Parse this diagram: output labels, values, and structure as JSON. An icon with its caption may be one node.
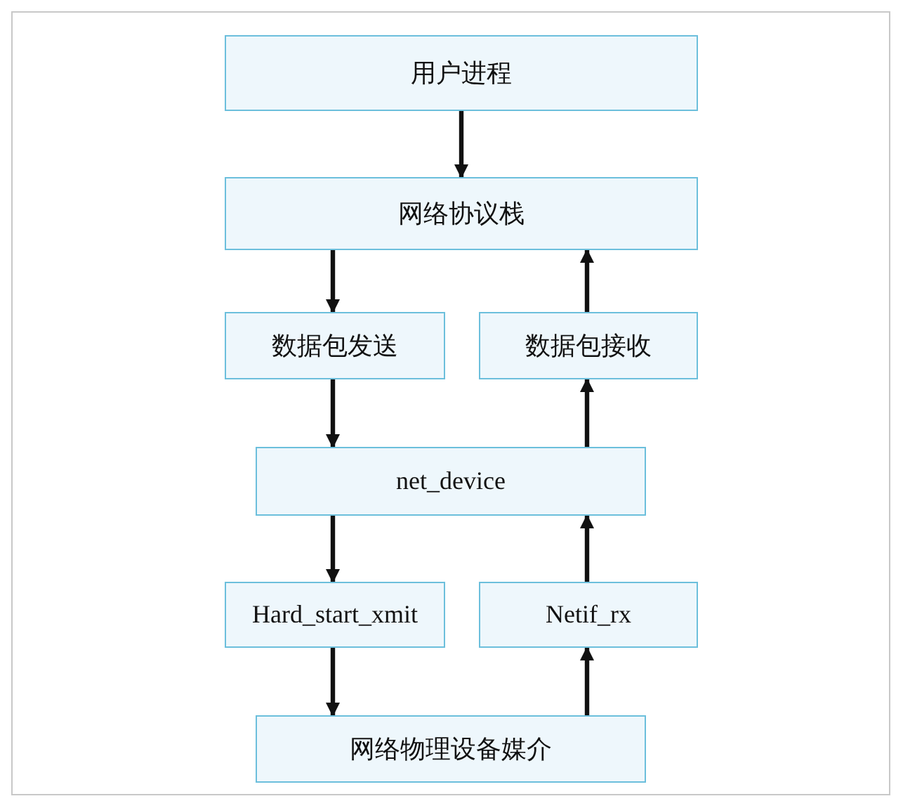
{
  "diagram": {
    "nodes": [
      {
        "text": [
          "用户进程"
        ]
      },
      {
        "text": [
          "网络协议栈"
        ]
      },
      {
        "text": [
          "数据包发送"
        ]
      },
      {
        "text": [
          "数据包接收"
        ]
      },
      {
        "text": [
          "net_device"
        ]
      },
      {
        "text": [
          "Hard_start_xmit"
        ]
      },
      {
        "text": [
          "Netif_rx"
        ]
      },
      {
        "text": [
          "网络物理设备媒介"
        ]
      }
    ],
    "edges": [
      {
        "from": 0,
        "to": 1,
        "arrow": "to"
      },
      {
        "from": 1,
        "to": 2,
        "arrow": "to"
      },
      {
        "from": 2,
        "to": 4,
        "arrow": "to"
      },
      {
        "from": 4,
        "to": 5,
        "arrow": "to"
      },
      {
        "from": 5,
        "to": 7,
        "arrow": "to"
      },
      {
        "from": 7,
        "to": 6,
        "arrow": "to"
      },
      {
        "from": 6,
        "to": 4,
        "arrow": "to"
      },
      {
        "from": 4,
        "to": 3,
        "arrow": "to"
      },
      {
        "from": 3,
        "to": 1,
        "arrow": "to"
      }
    ]
  }
}
